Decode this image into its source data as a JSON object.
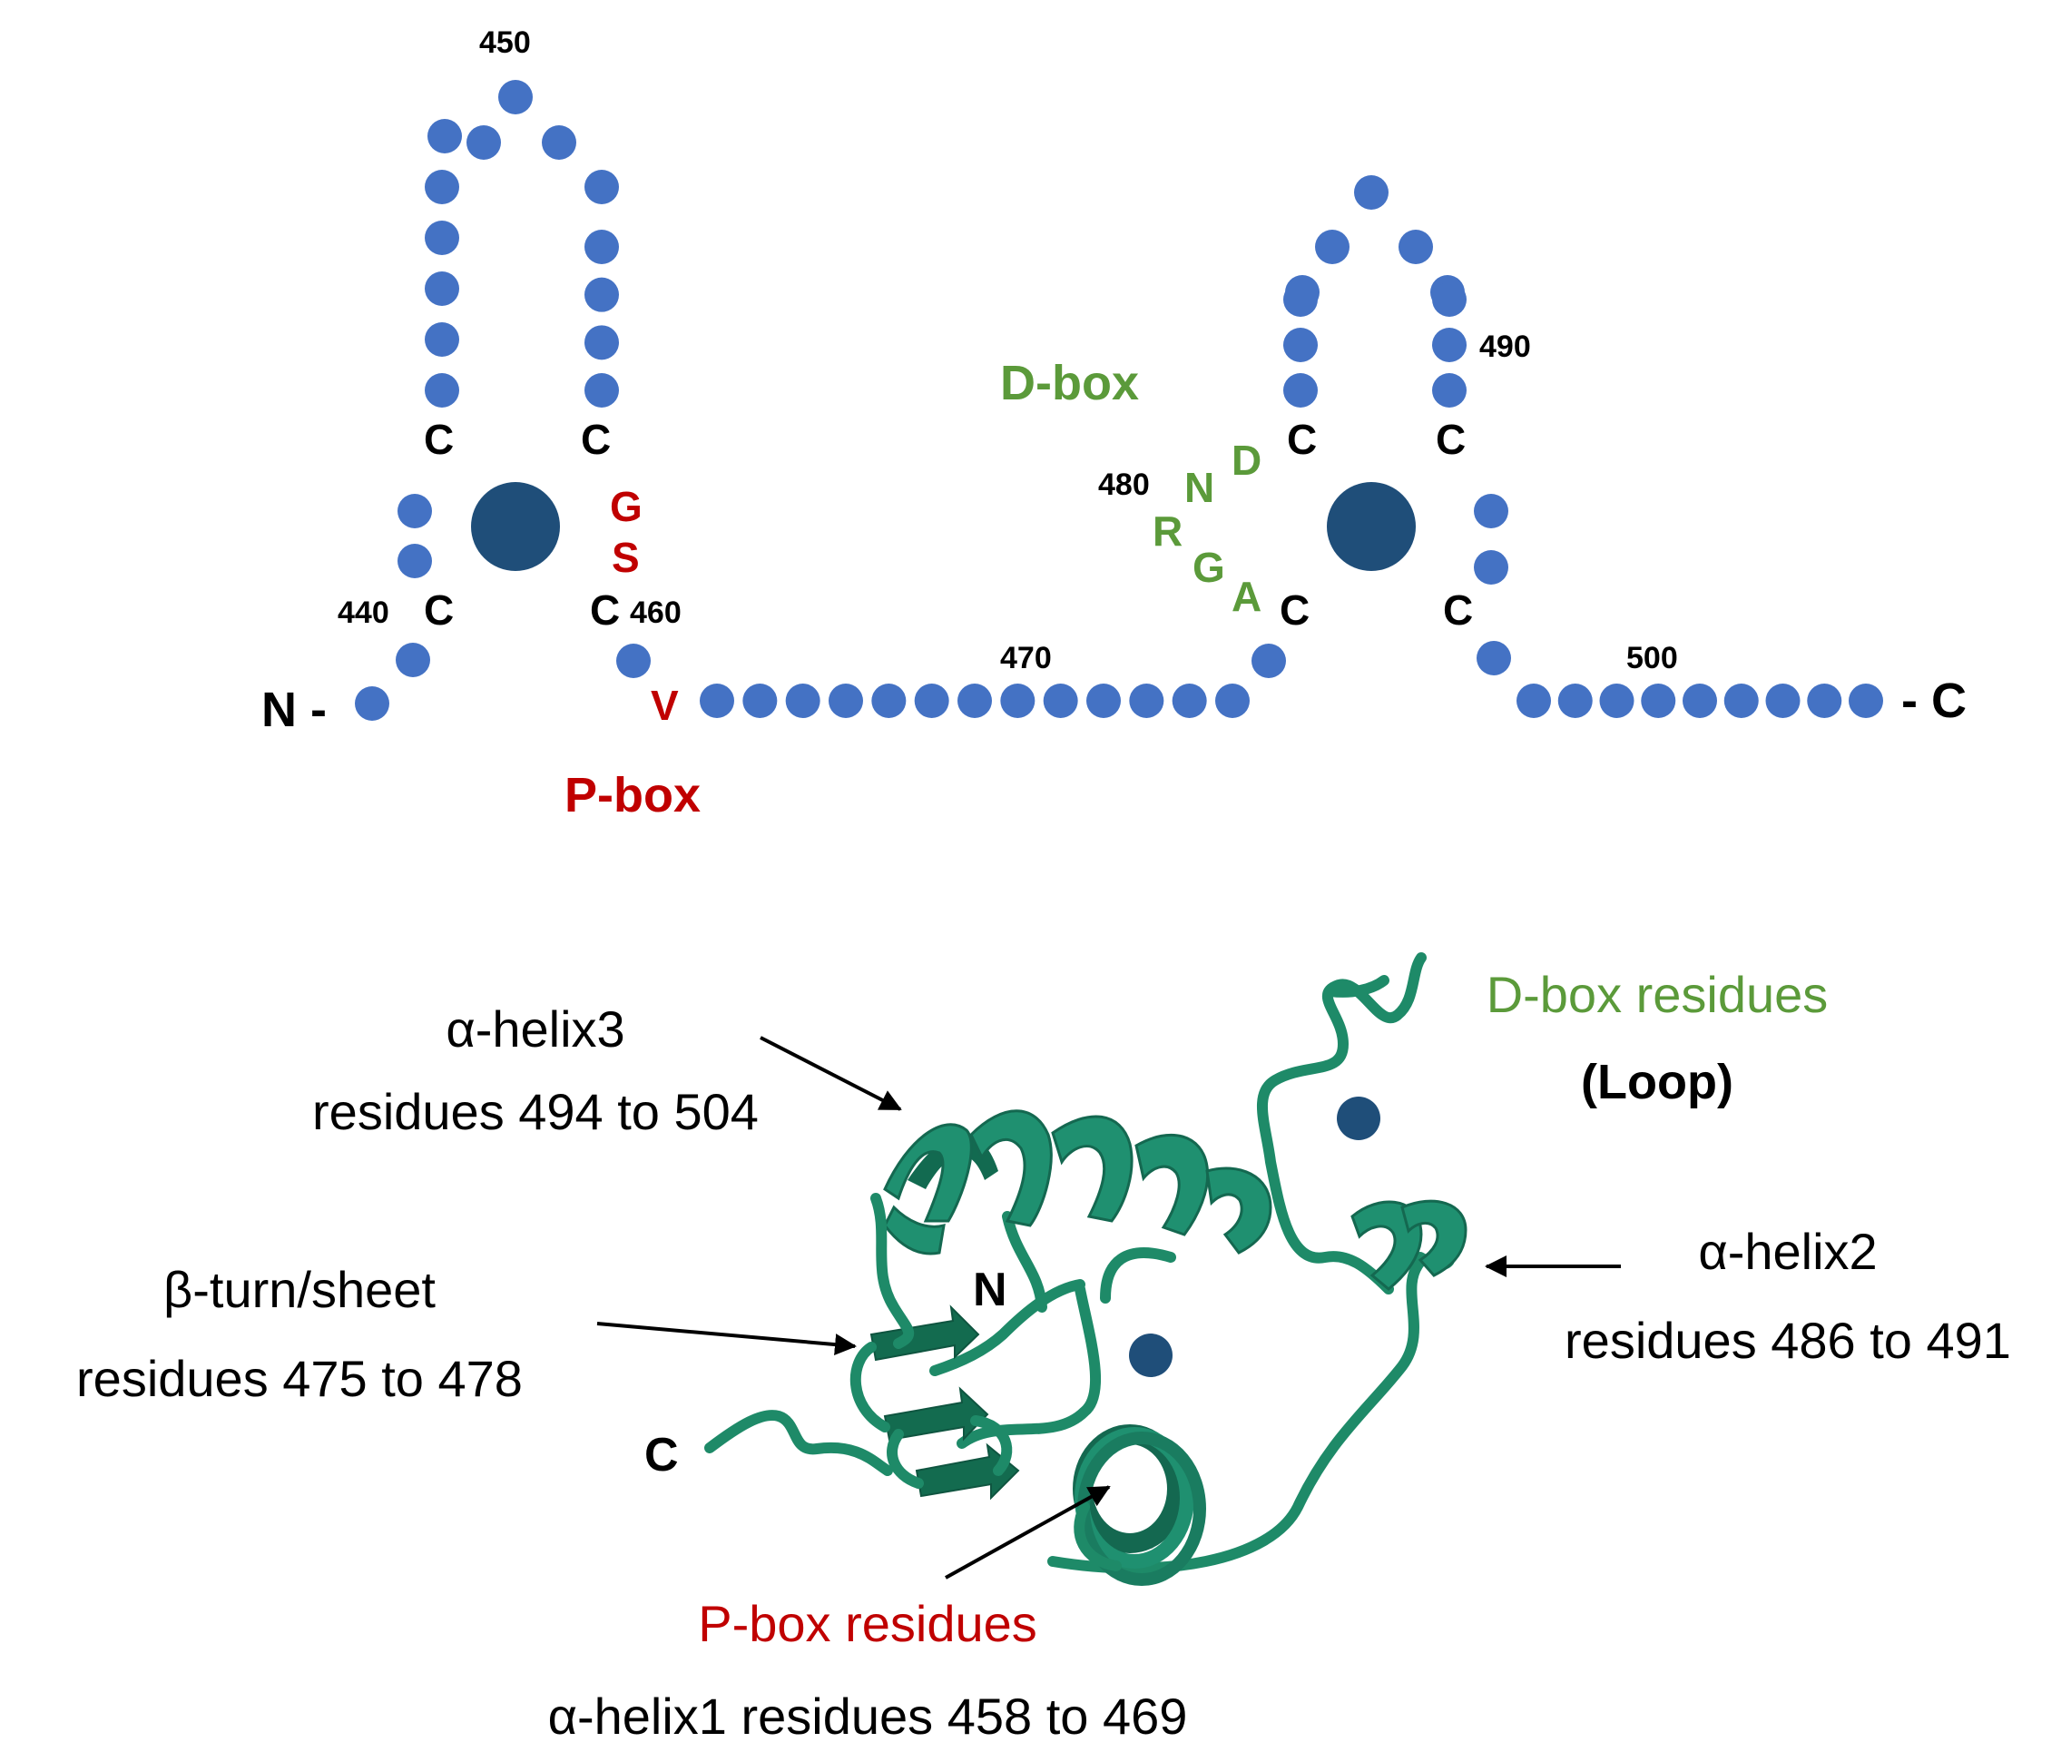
{
  "colors": {
    "residue": "#4472c4",
    "zinc_ion": "#1f4e79",
    "p_box": "#c00000",
    "d_box": "#5b9a3a",
    "ribbon": "#1e8a68",
    "text": "#000000"
  },
  "schematic": {
    "terminal_n": "N -",
    "terminal_c": "- C",
    "cysteine": "C",
    "numbers": {
      "n440": "440",
      "n450": "450",
      "n460": "460",
      "n470": "470",
      "n480": "480",
      "n490": "490",
      "n500": "500"
    },
    "p_box": {
      "label": "P-box",
      "residues": {
        "g": "G",
        "s": "S",
        "v": "V"
      }
    },
    "d_box": {
      "label": "D-box",
      "residues": {
        "a": "A",
        "g": "G",
        "r": "R",
        "n": "N",
        "d": "D"
      }
    }
  },
  "structure": {
    "n_terminus": "N",
    "c_terminus": "C",
    "labels": {
      "helix3_name": "α-helix3",
      "helix3_range": "residues 494 to 504",
      "sheet_name": "β-turn/sheet",
      "sheet_range": "residues 475 to 478",
      "helix2_name": "α-helix2",
      "helix2_range": "residues 486 to 491",
      "dbox_title": "D-box residues",
      "dbox_sub": "(Loop)",
      "pbox_title": "P-box residues",
      "helix1_range": "α-helix1 residues 458 to 469"
    }
  }
}
